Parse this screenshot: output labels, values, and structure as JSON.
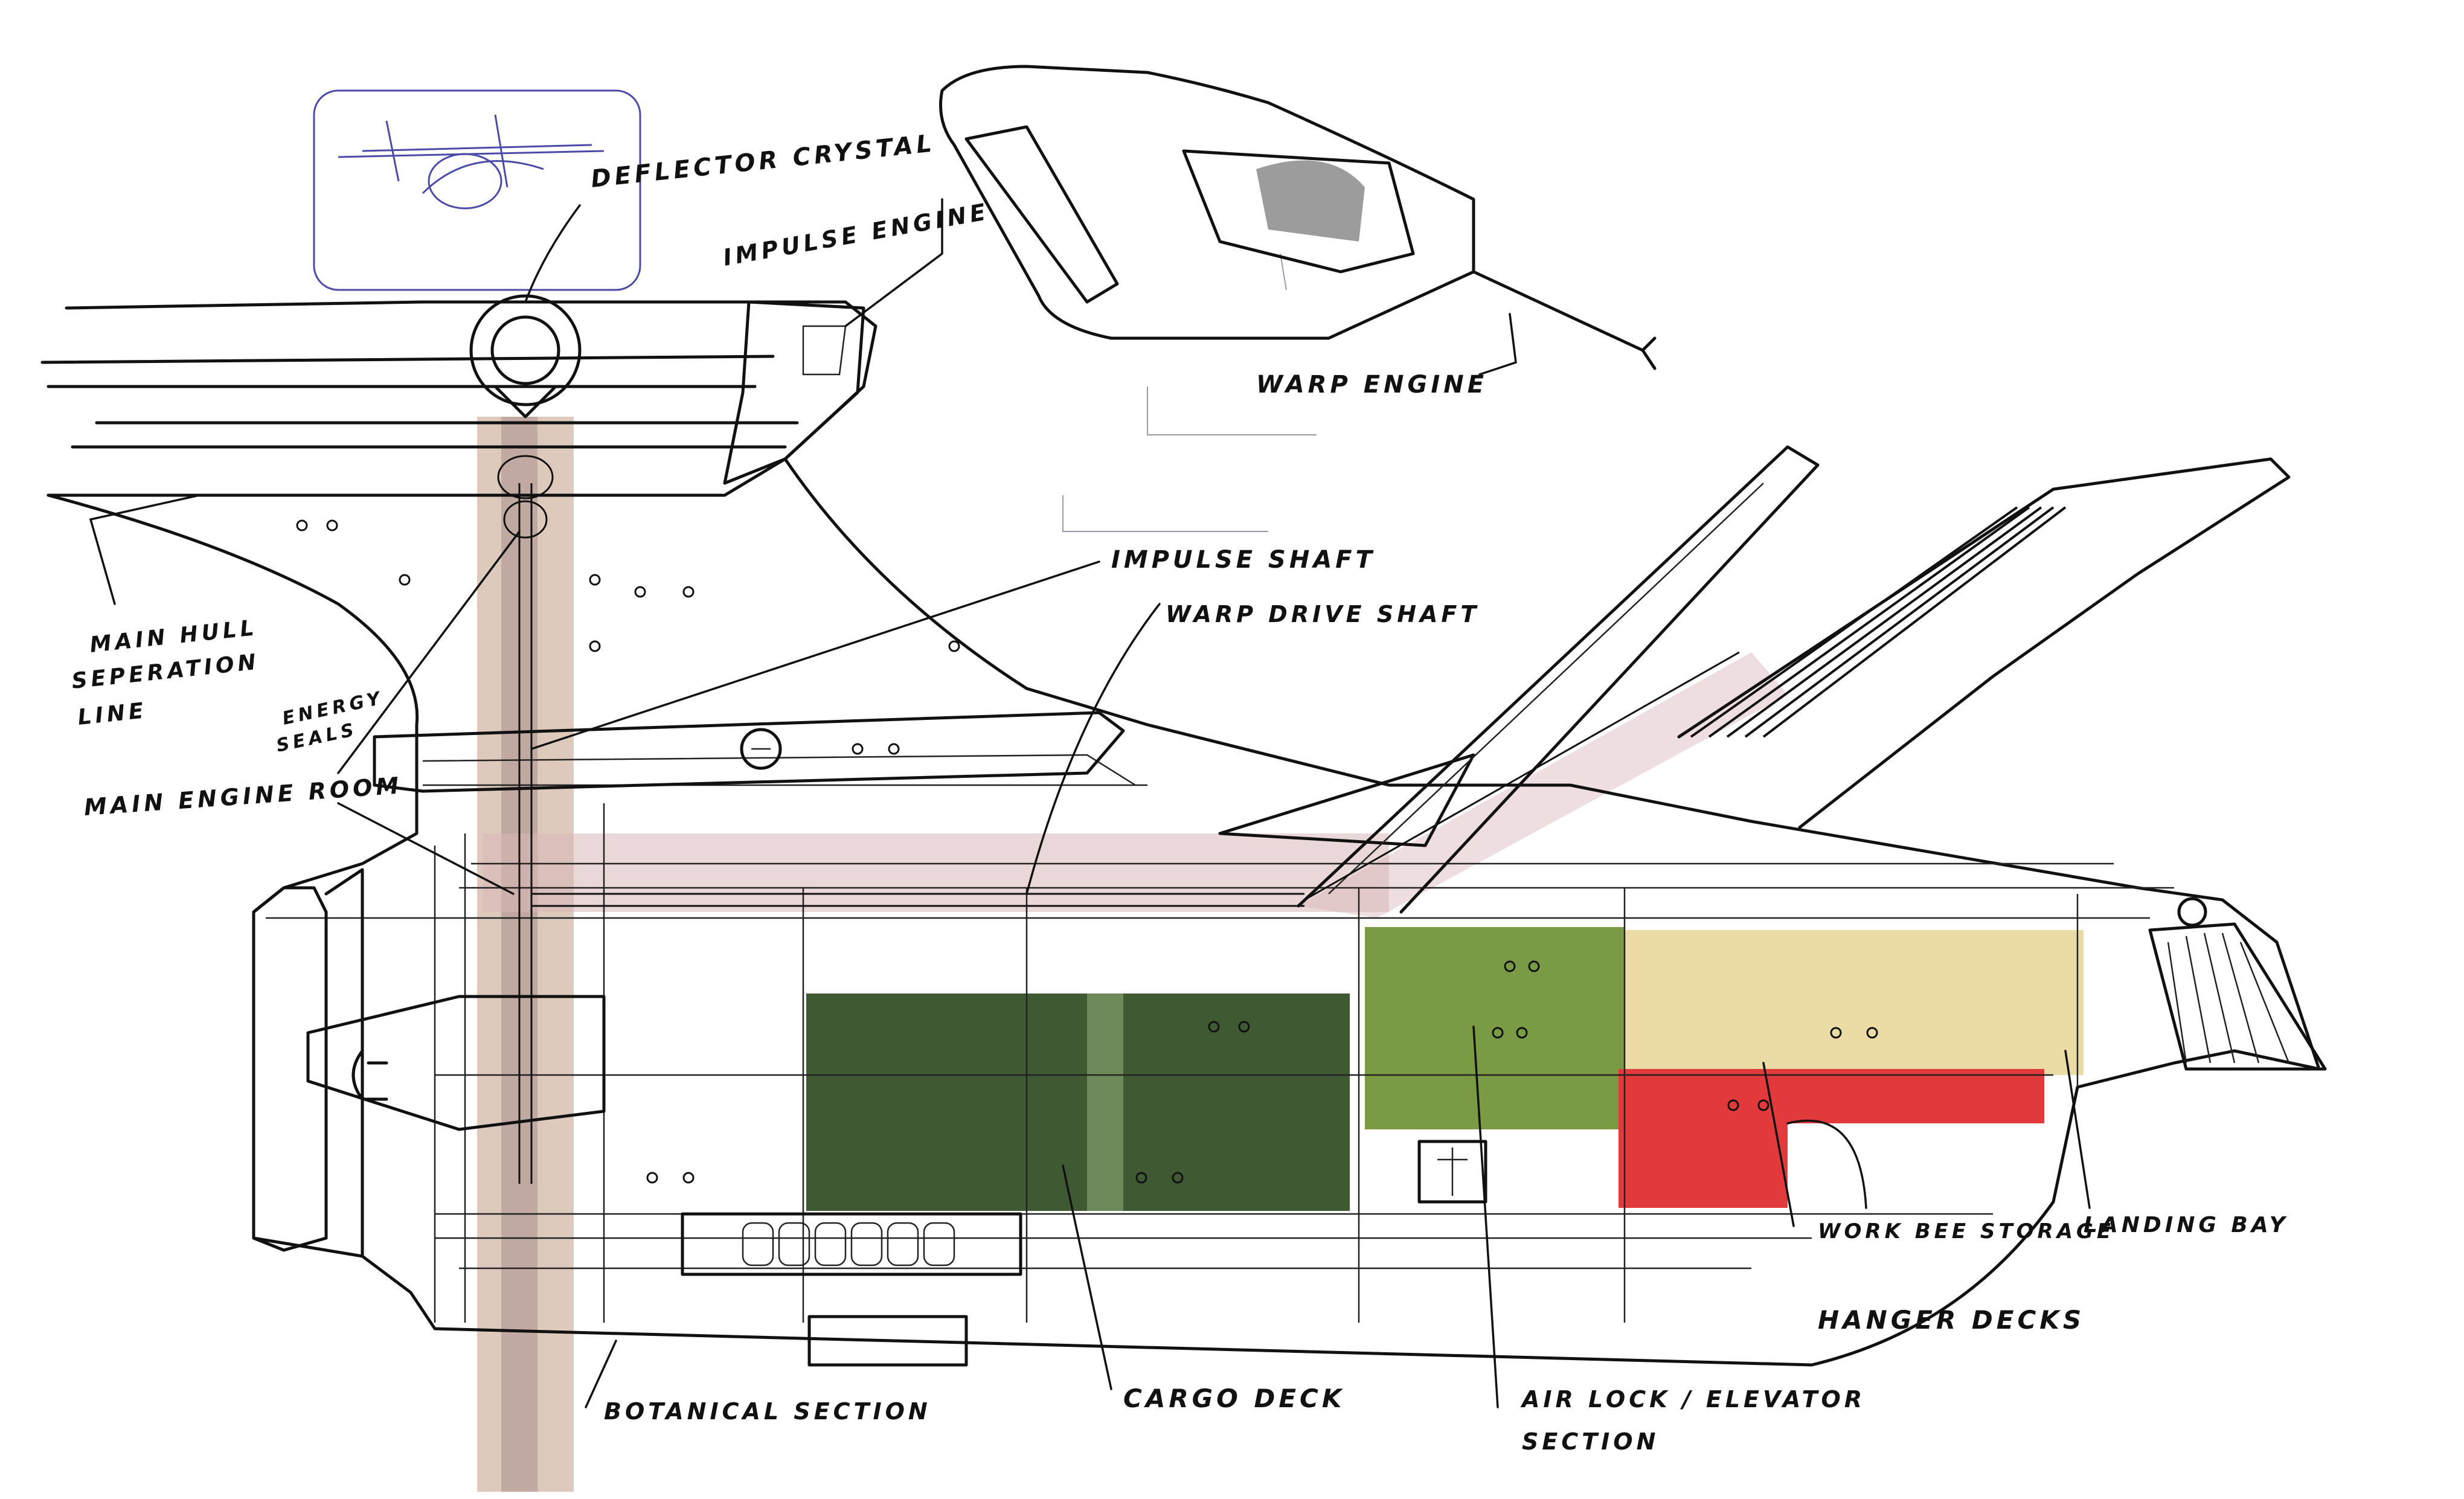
{
  "colors": {
    "ink": "#111111",
    "cargo_green": "#3f5a33",
    "airlock_green": "#7a9a44",
    "workbee_yellow": "#e8d89a",
    "hanger_red": "#e23a3a",
    "shaft_pink": "#d9b6b8",
    "shaft_brown": "#b48a6a",
    "sketch_blue": "#4a4aa8"
  },
  "labels": {
    "deflector_crystal": "DEFLECTOR CRYSTAL",
    "impulse_engine": "IMPULSE ENGINE",
    "warp_engine": "WARP ENGINE",
    "impulse_shaft": "IMPULSE SHAFT",
    "warp_drive_shaft": "WARP DRIVE SHAFT",
    "main_hull_line1": "MAIN HULL",
    "main_hull_line2": "SEPERATION",
    "main_hull_line3": "LINE",
    "energy_seals_line1": "ENERGY",
    "energy_seals_line2": "SEALS",
    "main_engine_room": "MAIN ENGINE ROOM",
    "botanical_section": "BOTANICAL SECTION",
    "cargo_deck": "CARGO DECK",
    "airlock_line1": "AIR LOCK / ELEVATOR",
    "airlock_line2": "SECTION",
    "workbee_storage": "WORK BEE STORAGE",
    "hanger_decks": "HANGER DECKS",
    "landing_bay": "LANDING BAY"
  }
}
